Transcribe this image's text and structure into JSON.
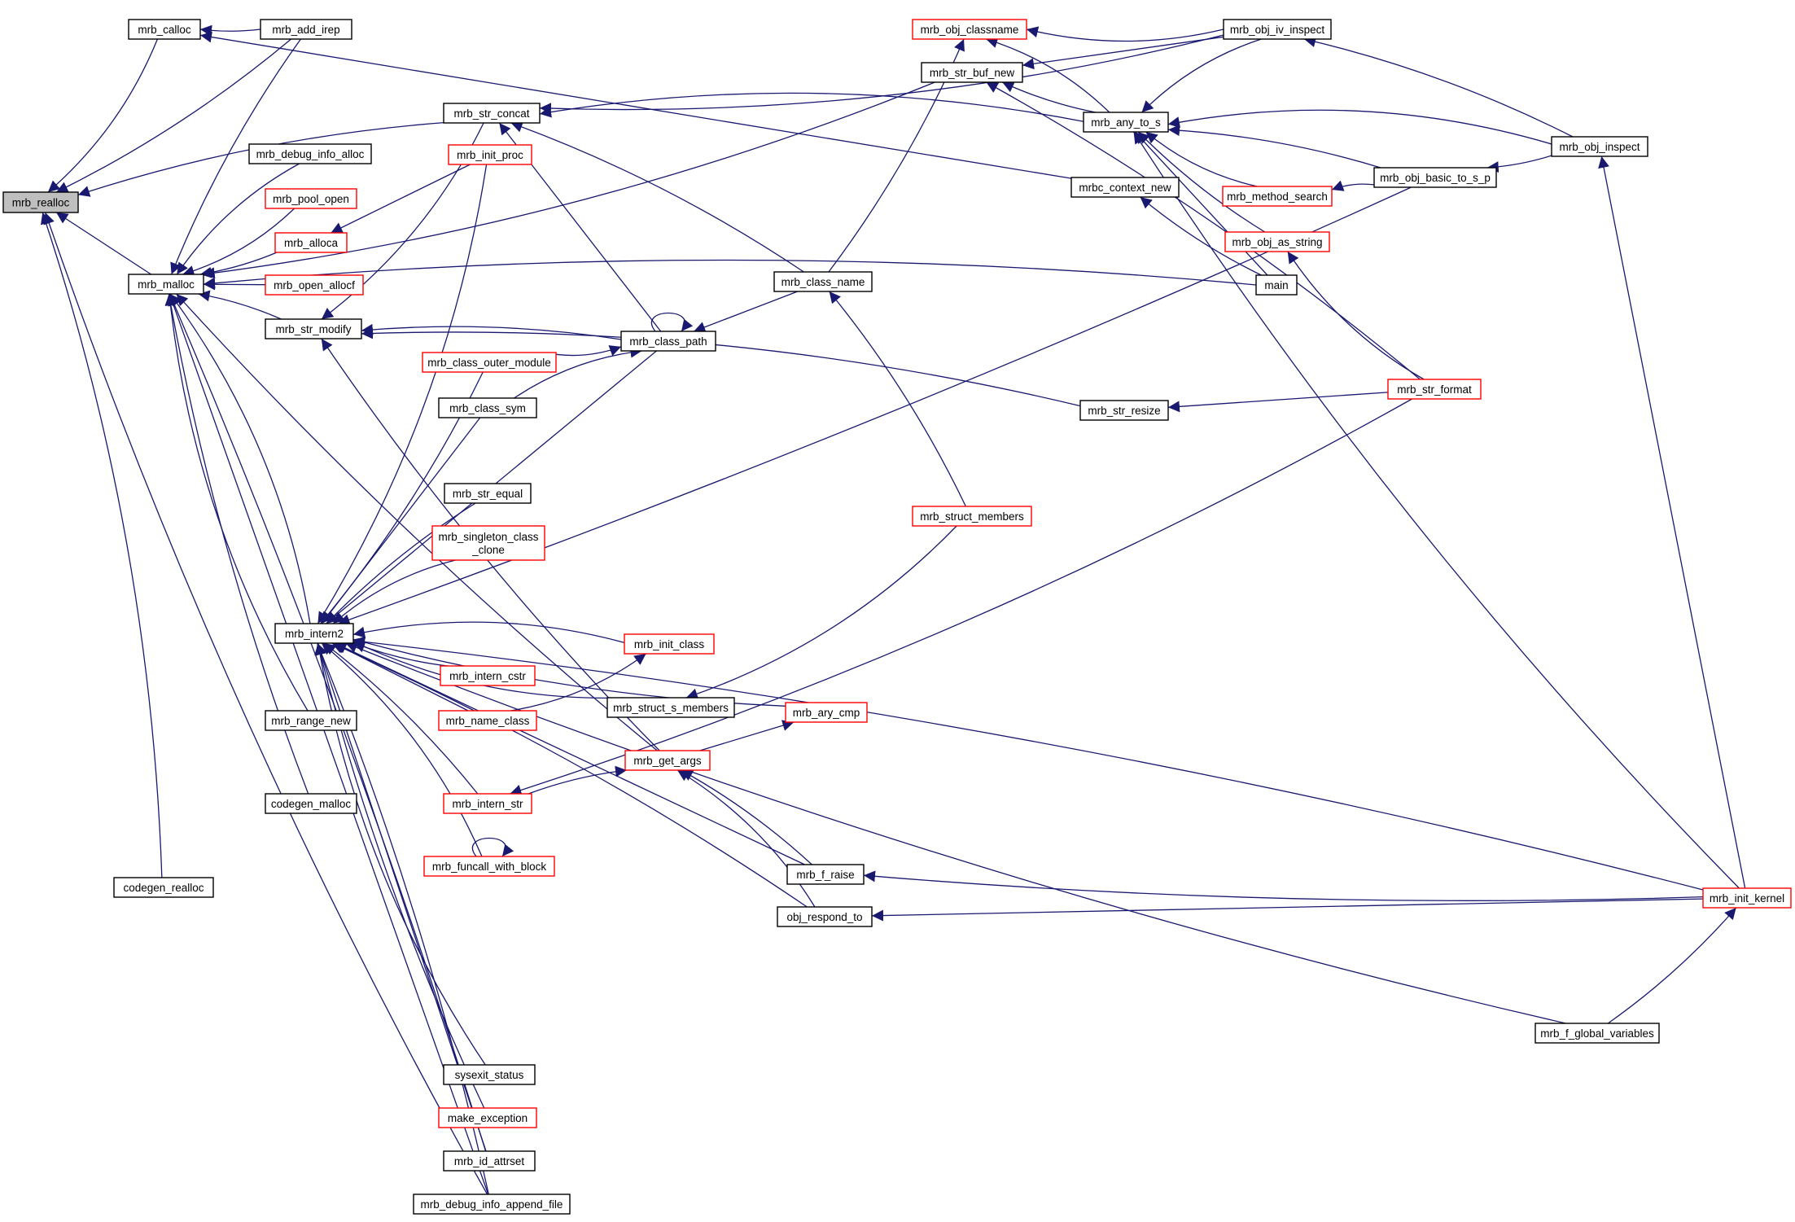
{
  "colors": {
    "edge": "#191970",
    "root_fill": "#bfbfbf",
    "normal_border": "#000000",
    "truncated_border": "#ff0000",
    "background": "#ffffff"
  },
  "nodes": [
    {
      "id": "mrb_realloc",
      "label": "mrb_realloc",
      "style": "root"
    },
    {
      "id": "mrb_calloc",
      "label": "mrb_calloc",
      "style": "normal"
    },
    {
      "id": "mrb_add_irep",
      "label": "mrb_add_irep",
      "style": "normal"
    },
    {
      "id": "mrb_malloc",
      "label": "mrb_malloc",
      "style": "normal"
    },
    {
      "id": "mrb_debug_info_alloc",
      "label": "mrb_debug_info_alloc",
      "style": "normal"
    },
    {
      "id": "mrb_pool_open",
      "label": "mrb_pool_open",
      "style": "truncated"
    },
    {
      "id": "mrb_alloca",
      "label": "mrb_alloca",
      "style": "truncated"
    },
    {
      "id": "mrb_open_allocf",
      "label": "mrb_open_allocf",
      "style": "truncated"
    },
    {
      "id": "mrb_str_modify",
      "label": "mrb_str_modify",
      "style": "normal"
    },
    {
      "id": "mrb_str_concat",
      "label": "mrb_str_concat",
      "style": "normal"
    },
    {
      "id": "mrb_init_proc",
      "label": "mrb_init_proc",
      "style": "truncated"
    },
    {
      "id": "mrb_class_outer_module",
      "label": "mrb_class_outer_module",
      "style": "truncated"
    },
    {
      "id": "mrb_class_sym",
      "label": "mrb_class_sym",
      "style": "normal"
    },
    {
      "id": "mrb_str_equal",
      "label": "mrb_str_equal",
      "style": "normal"
    },
    {
      "id": "mrb_singleton_class_clone",
      "label": "mrb_singleton_class\n_clone",
      "style": "truncated"
    },
    {
      "id": "mrb_intern2",
      "label": "mrb_intern2",
      "style": "normal"
    },
    {
      "id": "mrb_intern_cstr",
      "label": "mrb_intern_cstr",
      "style": "truncated"
    },
    {
      "id": "mrb_name_class",
      "label": "mrb_name_class",
      "style": "truncated"
    },
    {
      "id": "mrb_range_new",
      "label": "mrb_range_new",
      "style": "normal"
    },
    {
      "id": "mrb_intern_str",
      "label": "mrb_intern_str",
      "style": "truncated"
    },
    {
      "id": "codegen_malloc",
      "label": "codegen_malloc",
      "style": "normal"
    },
    {
      "id": "mrb_funcall_with_block",
      "label": "mrb_funcall_with_block",
      "style": "truncated"
    },
    {
      "id": "codegen_realloc",
      "label": "codegen_realloc",
      "style": "normal"
    },
    {
      "id": "sysexit_status",
      "label": "sysexit_status",
      "style": "normal"
    },
    {
      "id": "make_exception",
      "label": "make_exception",
      "style": "truncated"
    },
    {
      "id": "mrb_id_attrset",
      "label": "mrb_id_attrset",
      "style": "normal"
    },
    {
      "id": "mrb_debug_info_append_file",
      "label": "mrb_debug_info_append_file",
      "style": "normal"
    },
    {
      "id": "mrb_class_path",
      "label": "mrb_class_path",
      "style": "normal"
    },
    {
      "id": "mrb_class_name",
      "label": "mrb_class_name",
      "style": "normal"
    },
    {
      "id": "mrb_init_class",
      "label": "mrb_init_class",
      "style": "truncated"
    },
    {
      "id": "mrb_struct_s_members",
      "label": "mrb_struct_s_members",
      "style": "normal"
    },
    {
      "id": "mrb_get_args",
      "label": "mrb_get_args",
      "style": "truncated"
    },
    {
      "id": "mrb_ary_cmp",
      "label": "mrb_ary_cmp",
      "style": "truncated"
    },
    {
      "id": "mrb_f_raise",
      "label": "mrb_f_raise",
      "style": "normal"
    },
    {
      "id": "obj_respond_to",
      "label": "obj_respond_to",
      "style": "normal"
    },
    {
      "id": "mrb_obj_classname",
      "label": "mrb_obj_classname",
      "style": "truncated"
    },
    {
      "id": "mrb_str_buf_new",
      "label": "mrb_str_buf_new",
      "style": "normal"
    },
    {
      "id": "mrb_struct_members",
      "label": "mrb_struct_members",
      "style": "truncated"
    },
    {
      "id": "mrb_any_to_s",
      "label": "mrb_any_to_s",
      "style": "normal"
    },
    {
      "id": "mrbc_context_new",
      "label": "mrbc_context_new",
      "style": "normal"
    },
    {
      "id": "mrb_str_resize",
      "label": "mrb_str_resize",
      "style": "normal"
    },
    {
      "id": "mrb_obj_iv_inspect",
      "label": "mrb_obj_iv_inspect",
      "style": "normal"
    },
    {
      "id": "mrb_method_search",
      "label": "mrb_method_search",
      "style": "truncated"
    },
    {
      "id": "mrb_obj_as_string",
      "label": "mrb_obj_as_string",
      "style": "truncated"
    },
    {
      "id": "main",
      "label": "main",
      "style": "normal"
    },
    {
      "id": "mrb_str_format",
      "label": "mrb_str_format",
      "style": "truncated"
    },
    {
      "id": "mrb_obj_basic_to_s_p",
      "label": "mrb_obj_basic_to_s_p",
      "style": "normal"
    },
    {
      "id": "mrb_obj_inspect",
      "label": "mrb_obj_inspect",
      "style": "normal"
    },
    {
      "id": "mrb_init_kernel",
      "label": "mrb_init_kernel",
      "style": "truncated"
    },
    {
      "id": "mrb_f_global_variables",
      "label": "mrb_f_global_variables",
      "style": "normal"
    }
  ],
  "edges": [
    [
      "mrb_calloc",
      "mrb_realloc"
    ],
    [
      "mrb_add_irep",
      "mrb_realloc"
    ],
    [
      "mrb_malloc",
      "mrb_realloc"
    ],
    [
      "mrb_str_concat",
      "mrb_realloc"
    ],
    [
      "codegen_realloc",
      "mrb_realloc"
    ],
    [
      "mrb_debug_info_append_file",
      "mrb_realloc"
    ],
    [
      "mrb_add_irep",
      "mrb_calloc"
    ],
    [
      "mrbc_context_new",
      "mrb_calloc"
    ],
    [
      "mrb_add_irep",
      "mrb_malloc"
    ],
    [
      "mrb_debug_info_alloc",
      "mrb_malloc"
    ],
    [
      "mrb_pool_open",
      "mrb_malloc"
    ],
    [
      "mrb_alloca",
      "mrb_malloc"
    ],
    [
      "mrb_open_allocf",
      "mrb_malloc"
    ],
    [
      "mrb_str_modify",
      "mrb_malloc"
    ],
    [
      "mrb_intern2",
      "mrb_malloc"
    ],
    [
      "mrb_range_new",
      "mrb_malloc"
    ],
    [
      "codegen_malloc",
      "mrb_malloc"
    ],
    [
      "mrb_debug_info_append_file",
      "mrb_malloc"
    ],
    [
      "mrb_id_attrset",
      "mrb_malloc"
    ],
    [
      "main",
      "mrb_malloc"
    ],
    [
      "mrb_str_buf_new",
      "mrb_malloc"
    ],
    [
      "mrb_get_args",
      "mrb_malloc"
    ],
    [
      "mrb_init_proc",
      "mrb_alloca"
    ],
    [
      "mrb_class_path",
      "mrb_str_modify"
    ],
    [
      "mrb_str_resize",
      "mrb_str_modify"
    ],
    [
      "mrb_str_concat",
      "mrb_str_modify"
    ],
    [
      "mrb_get_args",
      "mrb_str_modify"
    ],
    [
      "mrb_class_path",
      "mrb_str_concat"
    ],
    [
      "mrb_class_name",
      "mrb_str_concat"
    ],
    [
      "mrb_any_to_s",
      "mrb_str_concat"
    ],
    [
      "mrb_obj_iv_inspect",
      "mrb_str_concat"
    ],
    [
      "mrb_class_outer_module",
      "mrb_intern2"
    ],
    [
      "mrb_class_sym",
      "mrb_intern2"
    ],
    [
      "mrb_str_equal",
      "mrb_intern2"
    ],
    [
      "mrb_singleton_class_clone",
      "mrb_intern2"
    ],
    [
      "mrb_init_proc",
      "mrb_intern2"
    ],
    [
      "mrb_intern_cstr",
      "mrb_intern2"
    ],
    [
      "mrb_name_class",
      "mrb_intern2"
    ],
    [
      "mrb_intern_str",
      "mrb_intern2"
    ],
    [
      "mrb_funcall_with_block",
      "mrb_intern2"
    ],
    [
      "sysexit_status",
      "mrb_intern2"
    ],
    [
      "make_exception",
      "mrb_intern2"
    ],
    [
      "mrb_id_attrset",
      "mrb_intern2"
    ],
    [
      "mrb_debug_info_append_file",
      "mrb_intern2"
    ],
    [
      "mrb_init_class",
      "mrb_intern2"
    ],
    [
      "mrb_struct_s_members",
      "mrb_intern2"
    ],
    [
      "mrb_ary_cmp",
      "mrb_intern2"
    ],
    [
      "mrb_f_raise",
      "mrb_intern2"
    ],
    [
      "obj_respond_to",
      "mrb_intern2"
    ],
    [
      "mrb_init_kernel",
      "mrb_intern2"
    ],
    [
      "mrb_f_global_variables",
      "mrb_intern2"
    ],
    [
      "mrb_obj_basic_to_s_p",
      "mrb_intern2"
    ],
    [
      "mrb_class_path",
      "mrb_intern2"
    ],
    [
      "mrb_funcall_with_block",
      "mrb_funcall_with_block"
    ],
    [
      "mrb_class_outer_module",
      "mrb_class_path"
    ],
    [
      "mrb_class_sym",
      "mrb_class_path"
    ],
    [
      "mrb_class_path",
      "mrb_class_path"
    ],
    [
      "mrb_class_name",
      "mrb_class_path"
    ],
    [
      "mrb_struct_members",
      "mrb_class_name"
    ],
    [
      "mrb_name_class",
      "mrb_init_class"
    ],
    [
      "mrb_struct_members",
      "mrb_struct_s_members"
    ],
    [
      "mrb_intern_str",
      "mrb_get_args"
    ],
    [
      "mrb_get_args",
      "mrb_ary_cmp"
    ],
    [
      "mrb_f_raise",
      "mrb_get_args"
    ],
    [
      "obj_respond_to",
      "mrb_get_args"
    ],
    [
      "mrb_str_format",
      "mrb_intern_str"
    ],
    [
      "mrb_init_kernel",
      "mrb_f_raise"
    ],
    [
      "mrb_init_kernel",
      "obj_respond_to"
    ],
    [
      "mrb_class_name",
      "mrb_obj_classname"
    ],
    [
      "mrb_any_to_s",
      "mrb_obj_classname"
    ],
    [
      "mrb_obj_iv_inspect",
      "mrb_obj_classname"
    ],
    [
      "mrb_any_to_s",
      "mrb_str_buf_new"
    ],
    [
      "mrb_obj_iv_inspect",
      "mrb_str_buf_new"
    ],
    [
      "mrb_str_format",
      "mrb_str_buf_new"
    ],
    [
      "mrb_obj_iv_inspect",
      "mrb_any_to_s"
    ],
    [
      "mrb_method_search",
      "mrb_any_to_s"
    ],
    [
      "mrb_obj_as_string",
      "mrb_any_to_s"
    ],
    [
      "main",
      "mrb_any_to_s"
    ],
    [
      "mrb_obj_basic_to_s_p",
      "mrb_any_to_s"
    ],
    [
      "mrb_obj_inspect",
      "mrb_any_to_s"
    ],
    [
      "mrb_init_kernel",
      "mrb_any_to_s"
    ],
    [
      "main",
      "mrbc_context_new"
    ],
    [
      "mrb_str_format",
      "mrb_str_resize"
    ],
    [
      "mrb_obj_inspect",
      "mrb_obj_iv_inspect"
    ],
    [
      "mrb_obj_basic_to_s_p",
      "mrb_method_search"
    ],
    [
      "mrb_str_format",
      "mrb_obj_as_string"
    ],
    [
      "mrb_obj_inspect",
      "mrb_obj_basic_to_s_p"
    ],
    [
      "mrb_init_kernel",
      "mrb_obj_inspect"
    ],
    [
      "mrb_f_global_variables",
      "mrb_init_kernel"
    ]
  ]
}
